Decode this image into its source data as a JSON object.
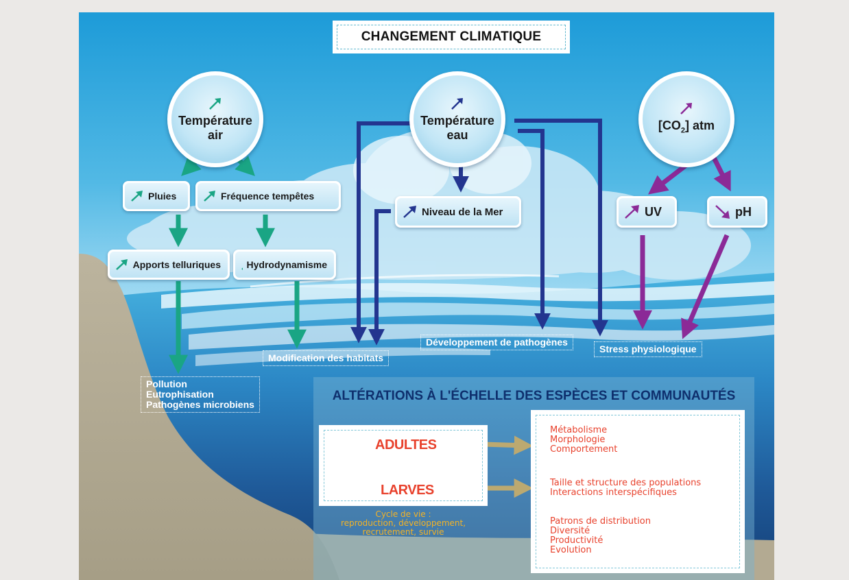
{
  "title": "CHANGEMENT CLIMATIQUE",
  "drivers": {
    "air": {
      "line1": "Température",
      "line2": "air"
    },
    "water": {
      "line1": "Température",
      "line2": "eau"
    },
    "co2": {
      "prefix": "[CO",
      "sub": "2",
      "suffix": "] atm"
    }
  },
  "boxes": {
    "pluies": "Pluies",
    "tempetes": "Fréquence tempêtes",
    "apports": "Apports telluriques",
    "hydro": "Hydrodynamisme",
    "niveau": "Niveau de la Mer",
    "uv": "UV",
    "ph": "pH"
  },
  "outcomes": {
    "pollution": [
      "Pollution",
      "Eutrophisation",
      "Pathogènes microbiens"
    ],
    "habitats": "Modification des habitats",
    "pathogenes": "Développement de pathogènes",
    "stress": "Stress physiologique"
  },
  "alterations": {
    "title": "ALTÉRATIONS À L'ÉCHELLE DES ESPÈCES ET COMMUNAUTÉS",
    "adultes": "ADULTES",
    "larves": "LARVES",
    "life_cycle": [
      "Cycle de vie :",
      "reproduction, développement,",
      "recrutement, survie"
    ],
    "effects_1": [
      "Métabolisme",
      "Morphologie",
      "Comportement"
    ],
    "effects_2": [
      "Taille et structure des populations",
      "Interactions interspécifiques"
    ],
    "effects_3": [
      "Patrons de distribution",
      "Diversité",
      "Productivité",
      "Evolution"
    ]
  },
  "colors": {
    "teal": "#1aa584",
    "navy": "#23358f",
    "purple": "#8b2a97",
    "orange": "#f4a11f",
    "text_red": "#e8412c"
  },
  "icons": {
    "increase": "arrow-up-right-icon",
    "decrease": "arrow-down-right-icon"
  }
}
